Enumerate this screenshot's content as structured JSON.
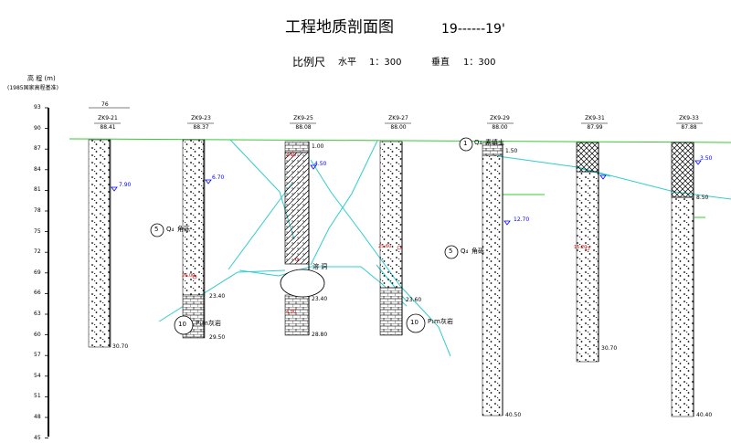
{
  "title": "工程地质剖面图",
  "section_id": "19------19'",
  "scale": {
    "label": "比例尺",
    "horizontal": "水平",
    "horizontal_value": "1：300",
    "vertical": "垂直",
    "vertical_value": "1：300"
  },
  "axis": {
    "label": "高 程 (m)",
    "datum": "(1985国家高程基准)",
    "ticks": [
      "93",
      "90",
      "87",
      "84",
      "81",
      "78",
      "75",
      "72",
      "69",
      "66",
      "63",
      "60",
      "57",
      "54",
      "51",
      "48",
      "45"
    ]
  },
  "spacing_label": "76",
  "boreholes": [
    {
      "id": "ZK9-21",
      "elev": "88.41",
      "depth": "30.70",
      "water": "7.90"
    },
    {
      "id": "ZK9-23",
      "elev": "88.37",
      "depth": "29.50",
      "water": "6.70",
      "rock_top": "23.40"
    },
    {
      "id": "ZK9-25",
      "elev": "88.08",
      "depth": "28.80",
      "water": "4.50",
      "fill": "1.00",
      "rock_top": "23.40"
    },
    {
      "id": "ZK9-27",
      "elev": "88.00",
      "rock_top": "23.60"
    },
    {
      "id": "ZK9-29",
      "elev": "88.00",
      "depth": "40.50",
      "water": "12.70",
      "fill": "1.50"
    },
    {
      "id": "ZK9-31",
      "elev": "87.99",
      "depth": "30.70"
    },
    {
      "id": "ZK9-33",
      "elev": "87.88",
      "depth": "40.40",
      "water": "3.50",
      "fill": "8.50"
    }
  ],
  "layers": {
    "l1": {
      "num": "1",
      "code": "Q₄",
      "name": "素填土"
    },
    "l5": {
      "num": "5",
      "code": "Q₄",
      "name": "角砾"
    },
    "l10": {
      "num": "10",
      "code": "P₁m",
      "name": "灰岩"
    }
  },
  "cave_label": "溶 洞",
  "samples": [
    "26.00",
    "3.60",
    "4.50",
    "25.60",
    "15.20",
    "15.20"
  ],
  "colors": {
    "ground": "#33cc33",
    "boundary": "#33cccc",
    "water": "#0000ff",
    "sample": "#e00000"
  }
}
